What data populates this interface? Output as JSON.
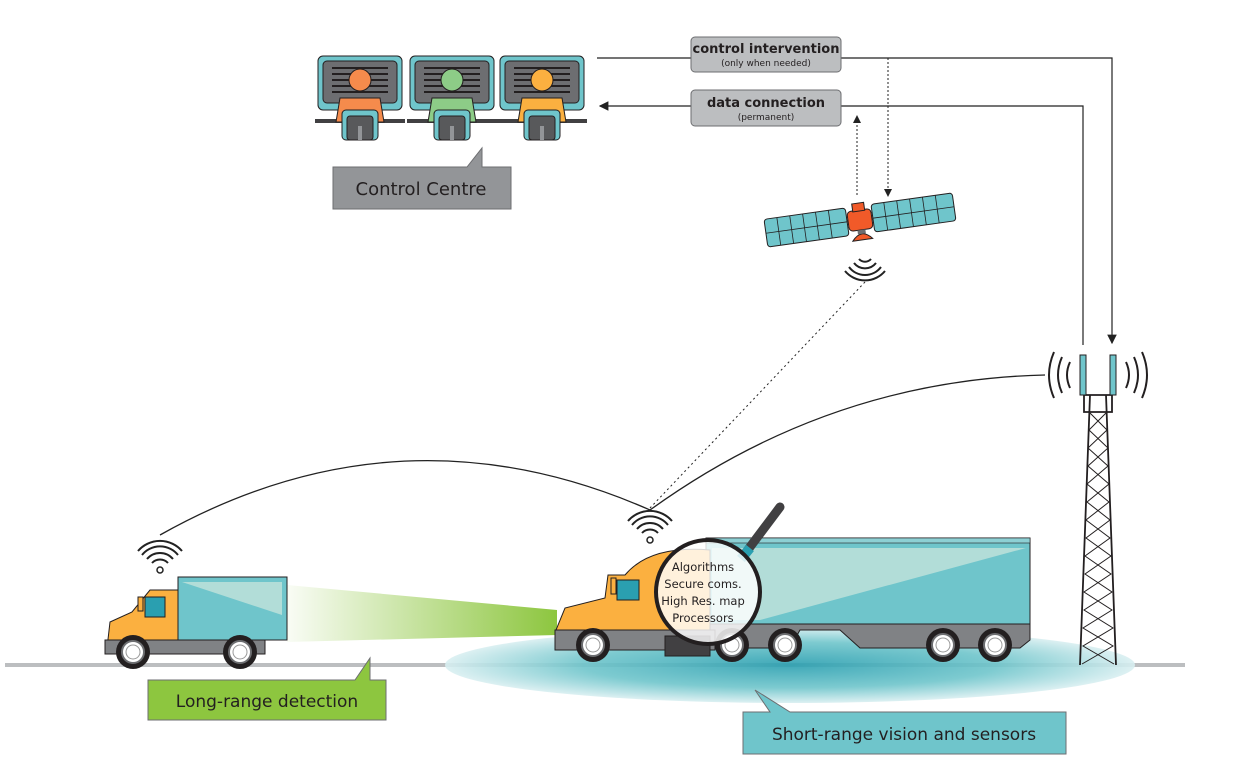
{
  "labels": {
    "control_centre": "Control Centre",
    "control_intervention": "control intervention",
    "control_intervention_note": "(only when needed)",
    "data_connection": "data connection",
    "data_connection_note": "(permanent)",
    "long_range": "Long-range detection",
    "short_range": "Short-range vision and sensors"
  },
  "magnifier_items": [
    "Algorithms",
    "Secure coms.",
    "High Res. map",
    "Processors"
  ],
  "operators": [
    {
      "color": "#f58b4c"
    },
    {
      "color": "#8dcc87"
    },
    {
      "color": "#fbb040"
    }
  ],
  "colors": {
    "teal": "#6fc5cb",
    "truck_orange": "#fbb040",
    "green": "#8dc63f",
    "label_gray": "#939598",
    "box_gray": "#bcbec0",
    "satellite_orange": "#f15a29"
  },
  "icons": [
    "wifi-icon",
    "satellite-icon",
    "cell-tower-icon",
    "magnifier-icon",
    "monitor-icon"
  ]
}
